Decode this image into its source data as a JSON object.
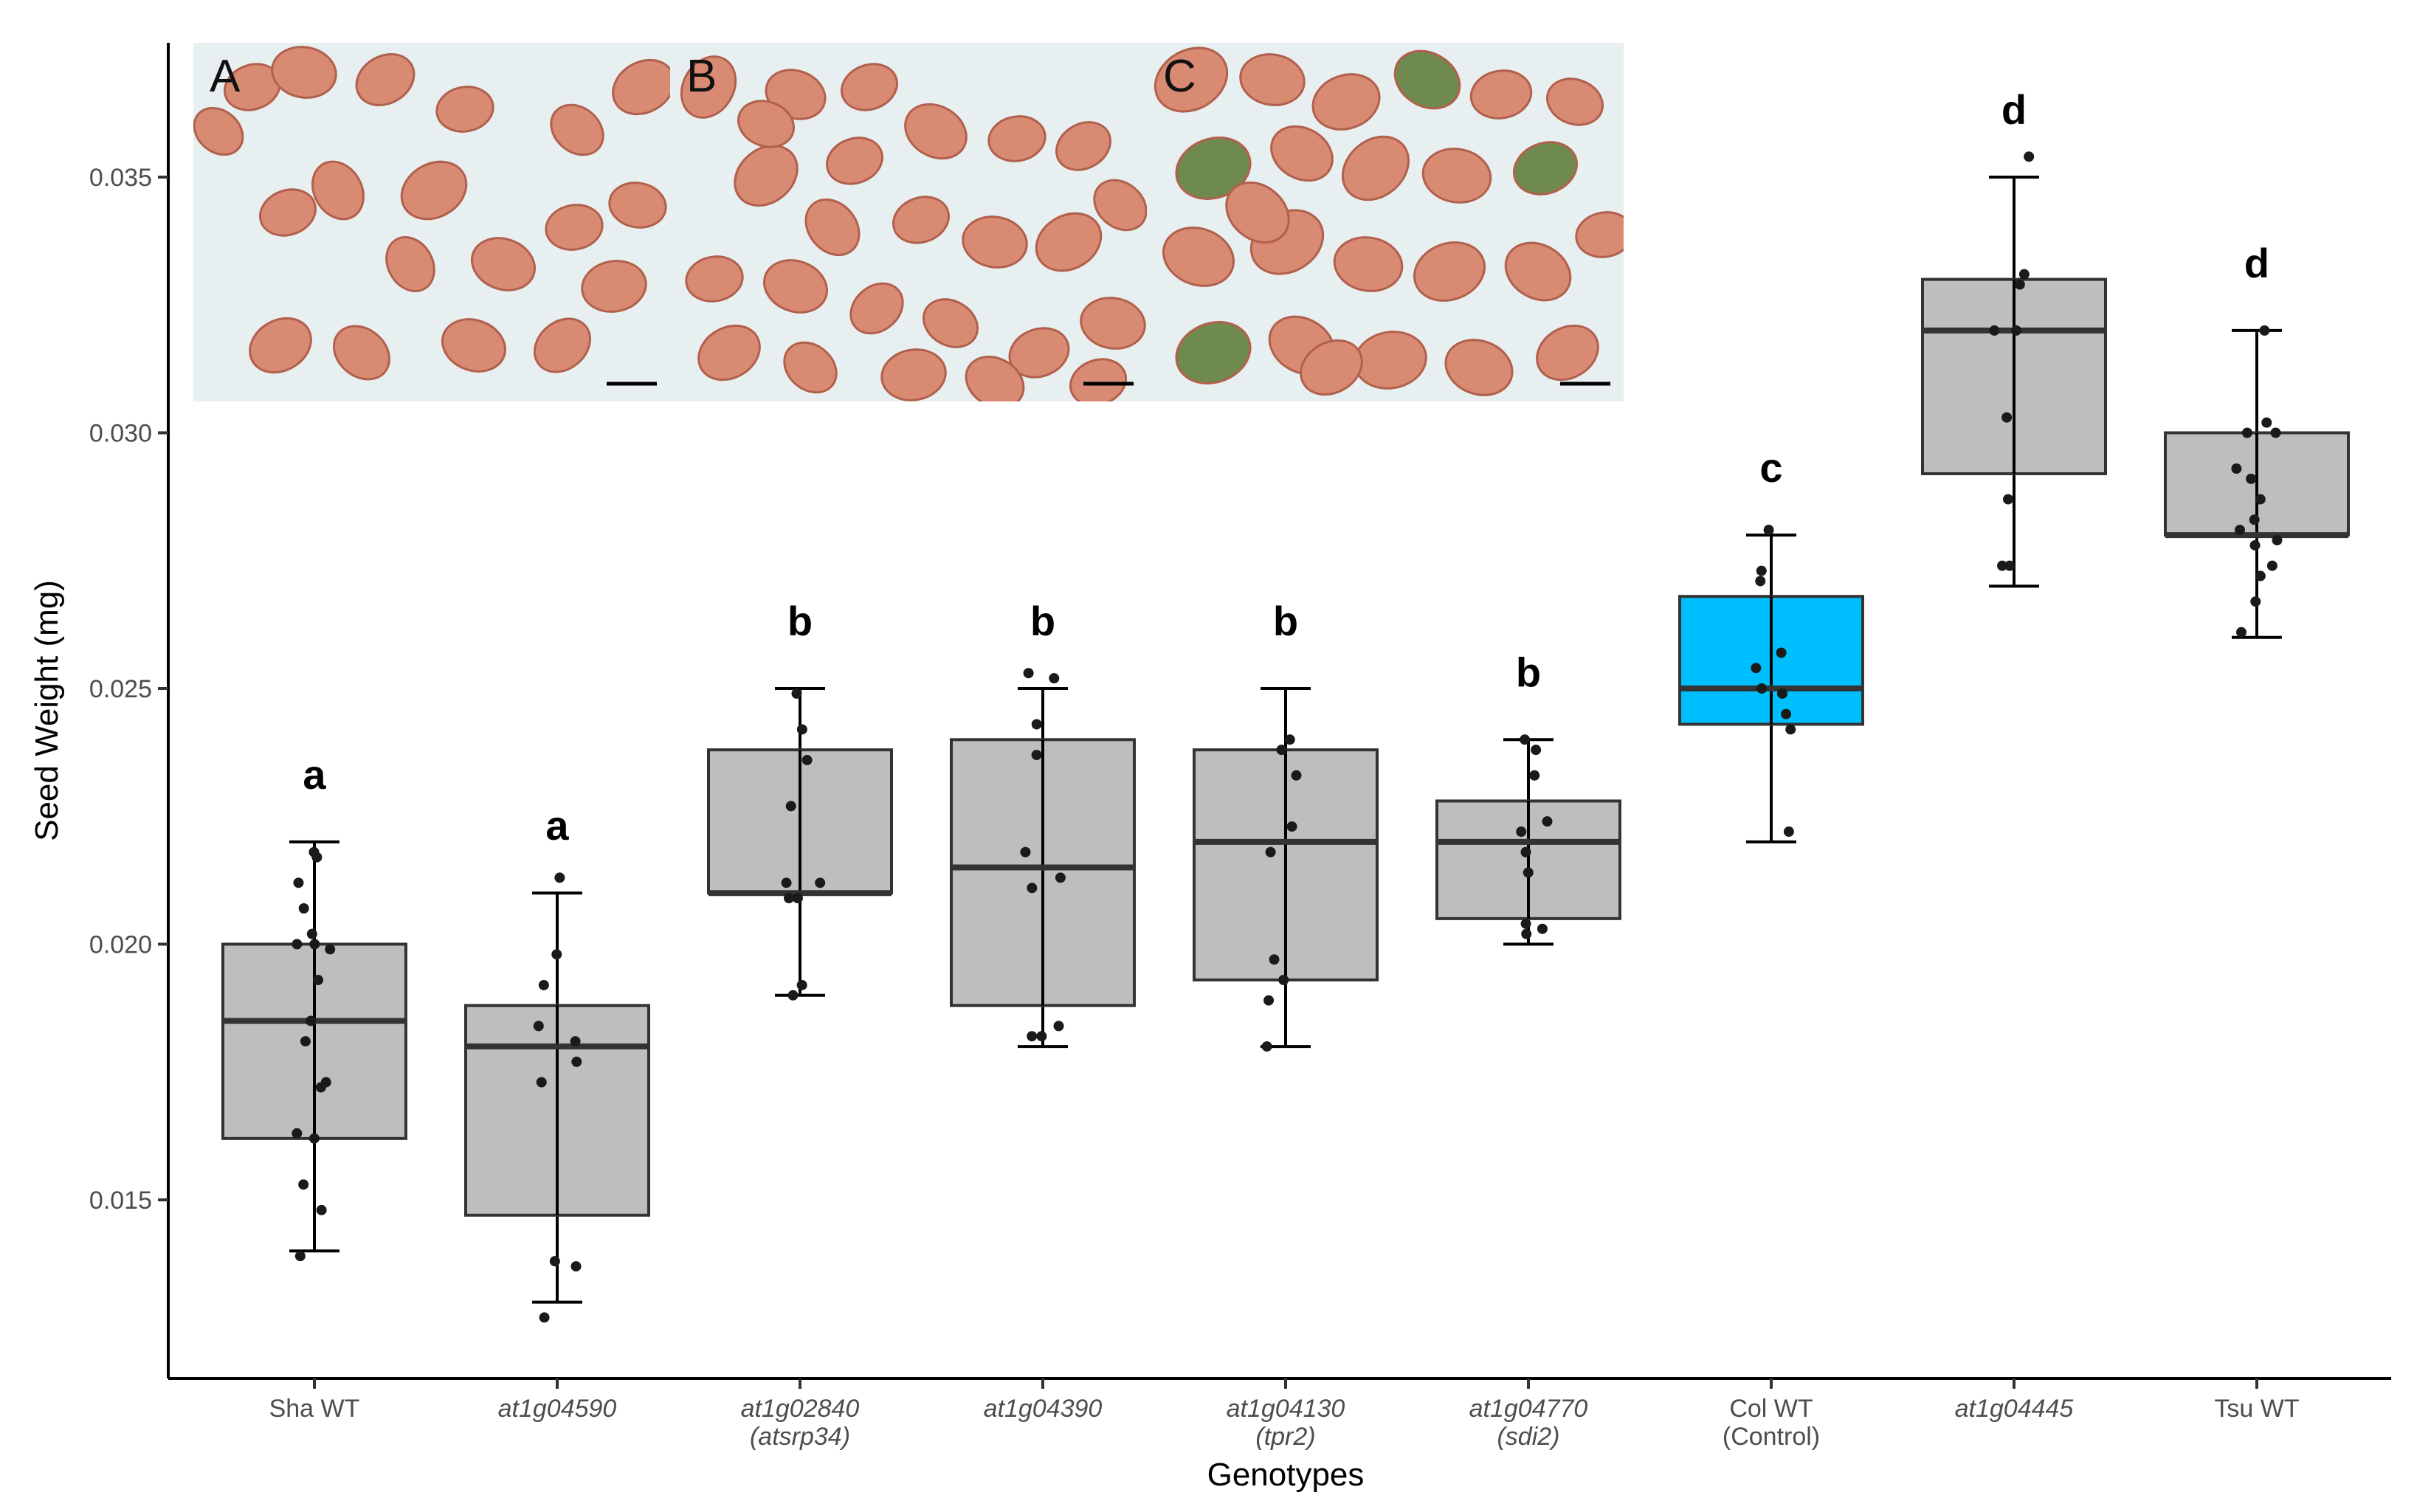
{
  "chart_data": {
    "type": "box",
    "xlabel": "Genotypes",
    "ylabel": "Seed Weight (mg)",
    "ylim": [
      0.0115,
      0.0374
    ],
    "yticks": [
      0.015,
      0.02,
      0.025,
      0.03,
      0.035
    ],
    "ytick_labels": [
      "0.015",
      "0.020",
      "0.025",
      "0.030",
      "0.035"
    ],
    "grid": false,
    "colors": {
      "default_box": "#bebebe",
      "highlight_box": "#00bfff",
      "outline": "#333333",
      "point": "#1a1a1a"
    },
    "groups": [
      {
        "label": [
          "Sha WT"
        ],
        "italic": false,
        "letter": "a",
        "highlight": false,
        "box": {
          "min": 0.014,
          "q1": 0.0162,
          "median": 0.0185,
          "q3": 0.02,
          "max": 0.022
        },
        "points": [
          0.0218,
          0.0217,
          0.0212,
          0.0207,
          0.0202,
          0.02,
          0.02,
          0.0199,
          0.0193,
          0.0185,
          0.0181,
          0.0173,
          0.0172,
          0.0163,
          0.0162,
          0.0153,
          0.0148,
          0.0139
        ]
      },
      {
        "label": [
          "at1g04590"
        ],
        "italic": true,
        "letter": "a",
        "highlight": false,
        "box": {
          "min": 0.013,
          "q1": 0.0147,
          "median": 0.018,
          "q3": 0.0188,
          "max": 0.021
        },
        "points": [
          0.0213,
          0.0198,
          0.0192,
          0.0184,
          0.0181,
          0.0177,
          0.0173,
          0.0138,
          0.0137,
          0.0127
        ]
      },
      {
        "label": [
          "at1g02840",
          "(atsrp34)"
        ],
        "italic": true,
        "letter": "b",
        "highlight": false,
        "box": {
          "min": 0.019,
          "q1": 0.021,
          "median": 0.021,
          "q3": 0.0238,
          "max": 0.025
        },
        "points": [
          0.0249,
          0.0242,
          0.0236,
          0.0227,
          0.0212,
          0.0212,
          0.0209,
          0.0209,
          0.0192,
          0.019
        ]
      },
      {
        "label": [
          "at1g04390"
        ],
        "italic": true,
        "letter": "b",
        "highlight": false,
        "box": {
          "min": 0.018,
          "q1": 0.0188,
          "median": 0.0215,
          "q3": 0.024,
          "max": 0.025
        },
        "points": [
          0.0253,
          0.0252,
          0.0243,
          0.0237,
          0.0218,
          0.0213,
          0.0211,
          0.0184,
          0.0182,
          0.0182
        ]
      },
      {
        "label": [
          "at1g04130",
          "(tpr2)"
        ],
        "italic": true,
        "letter": "b",
        "highlight": false,
        "box": {
          "min": 0.018,
          "q1": 0.0193,
          "median": 0.022,
          "q3": 0.0238,
          "max": 0.025
        },
        "points": [
          0.024,
          0.0238,
          0.0233,
          0.0223,
          0.0218,
          0.0197,
          0.0193,
          0.0189,
          0.018
        ]
      },
      {
        "label": [
          "at1g04770",
          "(sdi2)"
        ],
        "italic": true,
        "letter": "b",
        "highlight": false,
        "box": {
          "min": 0.02,
          "q1": 0.0205,
          "median": 0.022,
          "q3": 0.0228,
          "max": 0.024
        },
        "points": [
          0.024,
          0.0238,
          0.0233,
          0.0224,
          0.0222,
          0.0218,
          0.0214,
          0.0204,
          0.0203,
          0.0202
        ]
      },
      {
        "label": [
          "Col WT",
          "(Control)"
        ],
        "italic": false,
        "letter": "c",
        "highlight": true,
        "box": {
          "min": 0.022,
          "q1": 0.0243,
          "median": 0.025,
          "q3": 0.0268,
          "max": 0.028
        },
        "points": [
          0.0281,
          0.0273,
          0.0271,
          0.0257,
          0.0254,
          0.025,
          0.0249,
          0.0245,
          0.0242,
          0.0222
        ]
      },
      {
        "label": [
          "at1g04445"
        ],
        "italic": true,
        "letter": "d",
        "highlight": false,
        "box": {
          "min": 0.027,
          "q1": 0.0292,
          "median": 0.032,
          "q3": 0.033,
          "max": 0.035
        },
        "points": [
          0.0354,
          0.0331,
          0.0329,
          0.032,
          0.032,
          0.0303,
          0.0287,
          0.0274,
          0.0274
        ]
      },
      {
        "label": [
          "Tsu WT"
        ],
        "italic": false,
        "letter": "d",
        "highlight": false,
        "box": {
          "min": 0.026,
          "q1": 0.028,
          "median": 0.028,
          "q3": 0.03,
          "max": 0.032
        },
        "points": [
          0.032,
          0.0302,
          0.03,
          0.03,
          0.0293,
          0.0291,
          0.0287,
          0.0283,
          0.0281,
          0.0279,
          0.0278,
          0.0274,
          0.0272,
          0.0267,
          0.0261
        ]
      }
    ]
  },
  "inset_photos": {
    "panels": [
      "A",
      "B",
      "C"
    ],
    "background": "#e8eff0",
    "seed_color": "#d98a72",
    "seed_dark": "#b0604c",
    "green_seed_color": "#6f8a4e",
    "scale_bar": "black line"
  }
}
